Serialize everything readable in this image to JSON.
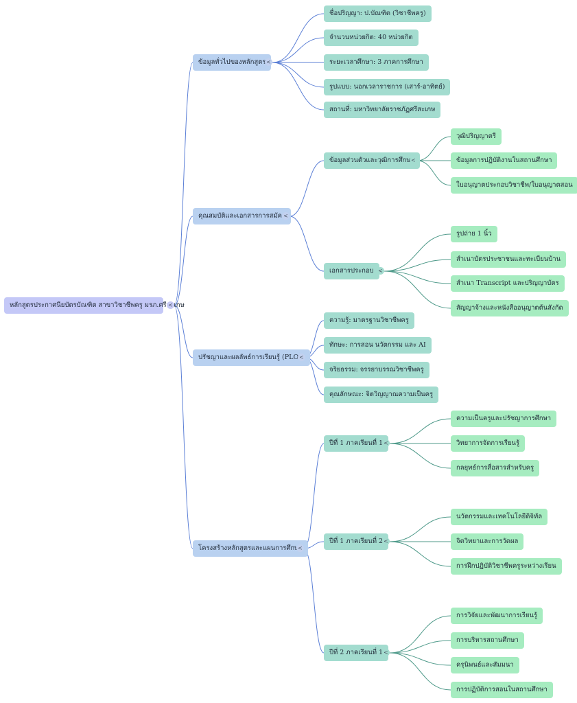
{
  "colors": {
    "root_fill": "#c4c8f7",
    "level1_fill": "#b9d1f0",
    "level2_fill": "#a3dccf",
    "level3_fill": "#a6ecc0",
    "blue_link": "#5b7fd6",
    "green_link": "#4f9a8a"
  },
  "collapse_icon": "<",
  "mindmap": {
    "root": "หลักสูตรประกาศนียบัตรบัณฑิต สาขาวิชาชีพครู มรภ.ศรีสะเกษ",
    "branches": [
      {
        "label": "ข้อมูลทั่วไปของหลักสูตร",
        "children": [
          {
            "label": "ชื่อปริญญา: ป.บัณฑิต (วิชาชีพครู)"
          },
          {
            "label": "จำนวนหน่วยกิต: 40 หน่วยกิต"
          },
          {
            "label": "ระยะเวลาศึกษา: 3 ภาคการศึกษา"
          },
          {
            "label": "รูปแบบ: นอกเวลาราชการ (เสาร์-อาทิตย์)"
          },
          {
            "label": "สถานที่: มหาวิทยาลัยราชภัฏศรีสะเกษ"
          }
        ]
      },
      {
        "label": "คุณสมบัติและเอกสารการสมัคร",
        "children": [
          {
            "label": "ข้อมูลส่วนตัวและวุฒิการศึกษา",
            "children": [
              "วุฒิปริญญาตรี",
              "ข้อมูลการปฏิบัติงานในสถานศึกษา",
              "ใบอนุญาตประกอบวิชาชีพ/ใบอนุญาตสอน"
            ]
          },
          {
            "label": "เอกสารประกอบ",
            "children": [
              "รูปถ่าย 1 นิ้ว",
              "สำเนาบัตรประชาชนและทะเบียนบ้าน",
              "สำเนา Transcript และปริญญาบัตร",
              "สัญญาจ้างและหนังสืออนุญาตต้นสังกัด"
            ]
          }
        ]
      },
      {
        "label": "ปรัชญาและผลลัพธ์การเรียนรู้ (PLOs)",
        "children": [
          {
            "label": "ความรู้: มาตรฐานวิชาชีพครู"
          },
          {
            "label": "ทักษะ: การสอน นวัตกรรม และ AI"
          },
          {
            "label": "จริยธรรม: จรรยาบรรณวิชาชีพครู"
          },
          {
            "label": "คุณลักษณะ: จิตวิญญาณความเป็นครู"
          }
        ]
      },
      {
        "label": "โครงสร้างหลักสูตรและแผนการศึกษา",
        "children": [
          {
            "label": "ปีที่ 1 ภาคเรียนที่ 1",
            "children": [
              "ความเป็นครูและปรัชญาการศึกษา",
              "วิทยาการจัดการเรียนรู้",
              "กลยุทธ์การสื่อสารสำหรับครู"
            ]
          },
          {
            "label": "ปีที่ 1 ภาคเรียนที่ 2",
            "children": [
              "นวัตกรรมและเทคโนโลยีดิจิทัล",
              "จิตวิทยาและการวัดผล",
              "การฝึกปฏิบัติวิชาชีพครูระหว่างเรียน"
            ]
          },
          {
            "label": "ปีที่ 2 ภาคเรียนที่ 1",
            "children": [
              "การวิจัยและพัฒนาการเรียนรู้",
              "การบริหารสถานศึกษา",
              "ครุนิพนธ์และสัมมนา",
              "การปฏิบัติการสอนในสถานศึกษา"
            ]
          }
        ]
      }
    ]
  }
}
